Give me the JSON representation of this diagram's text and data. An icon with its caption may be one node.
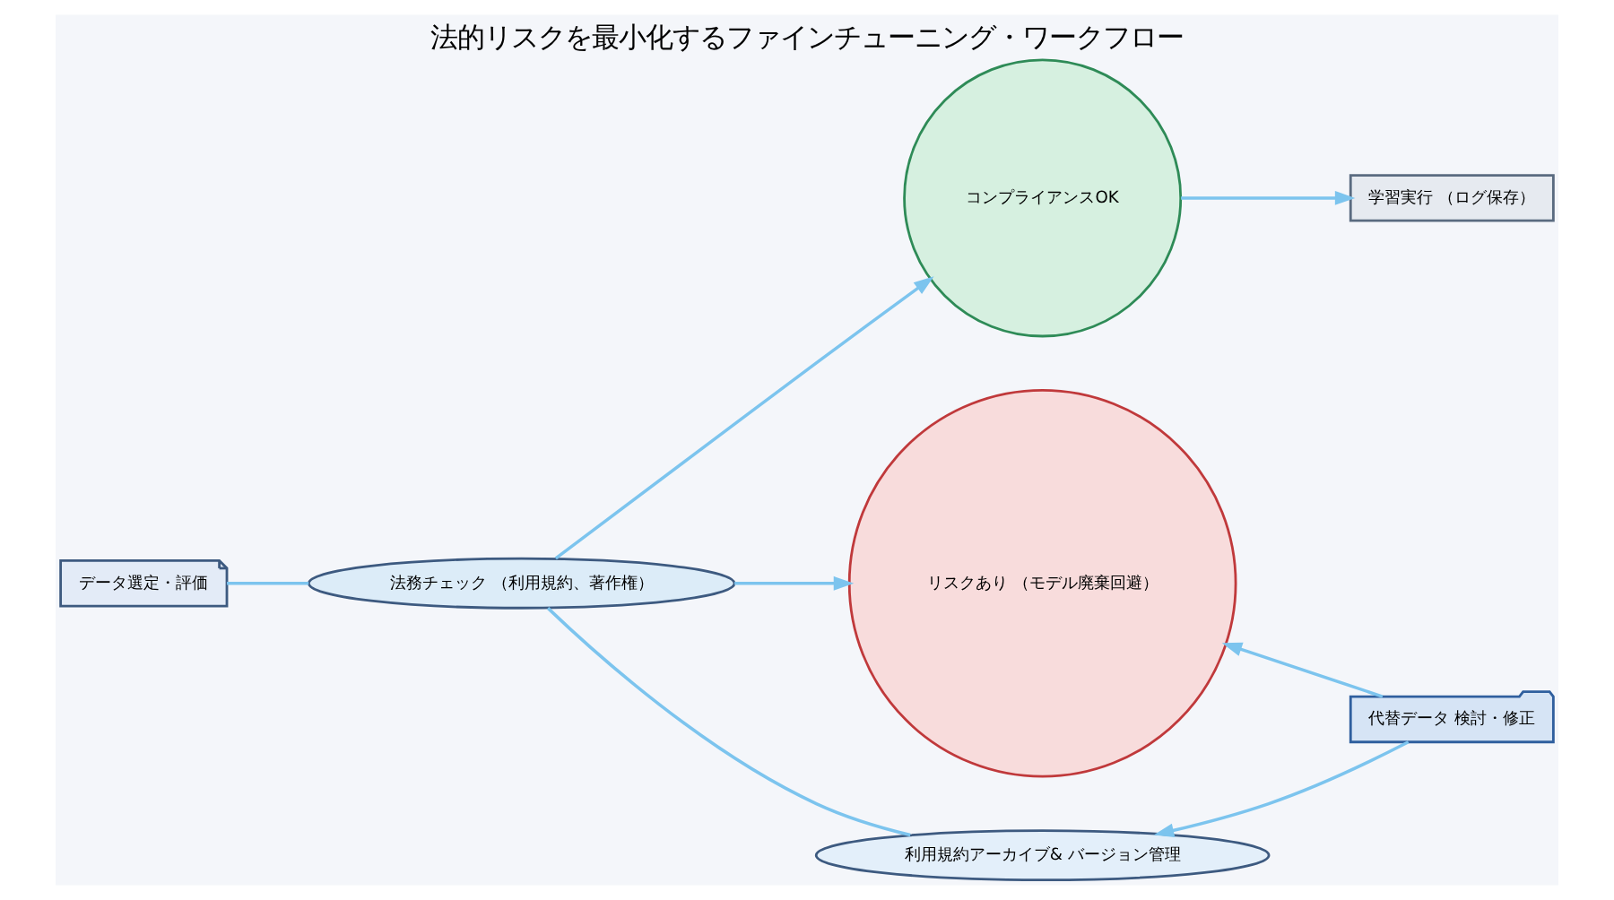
{
  "diagram": {
    "title": "法的リスクを最小化するファインチューニング・ワークフロー",
    "nodes": [
      {
        "text": [
          "データ選定・評価"
        ]
      },
      {
        "text": [
          "法務チェック （利用規約、著作権）"
        ]
      },
      {
        "text": [
          "コンプライアンスOK"
        ]
      },
      {
        "text": [
          "学習実行 （ログ保存）"
        ]
      },
      {
        "text": [
          "リスクあり （モデル廃棄回避）"
        ]
      },
      {
        "text": [
          "代替データ 検討・修正"
        ]
      },
      {
        "text": [
          "利用規約アーカイブ& バージョン管理"
        ]
      }
    ],
    "edges": [
      {
        "from": 0,
        "to": 1,
        "arrow": "none"
      },
      {
        "from": 1,
        "to": 2,
        "arrow": "to"
      },
      {
        "from": 2,
        "to": 3,
        "arrow": "to"
      },
      {
        "from": 1,
        "to": 4,
        "arrow": "to"
      },
      {
        "from": 5,
        "to": 4,
        "arrow": "to"
      },
      {
        "from": 1,
        "to": 6,
        "arrow": "none"
      },
      {
        "from": 5,
        "to": 6,
        "arrow": "to"
      }
    ]
  }
}
